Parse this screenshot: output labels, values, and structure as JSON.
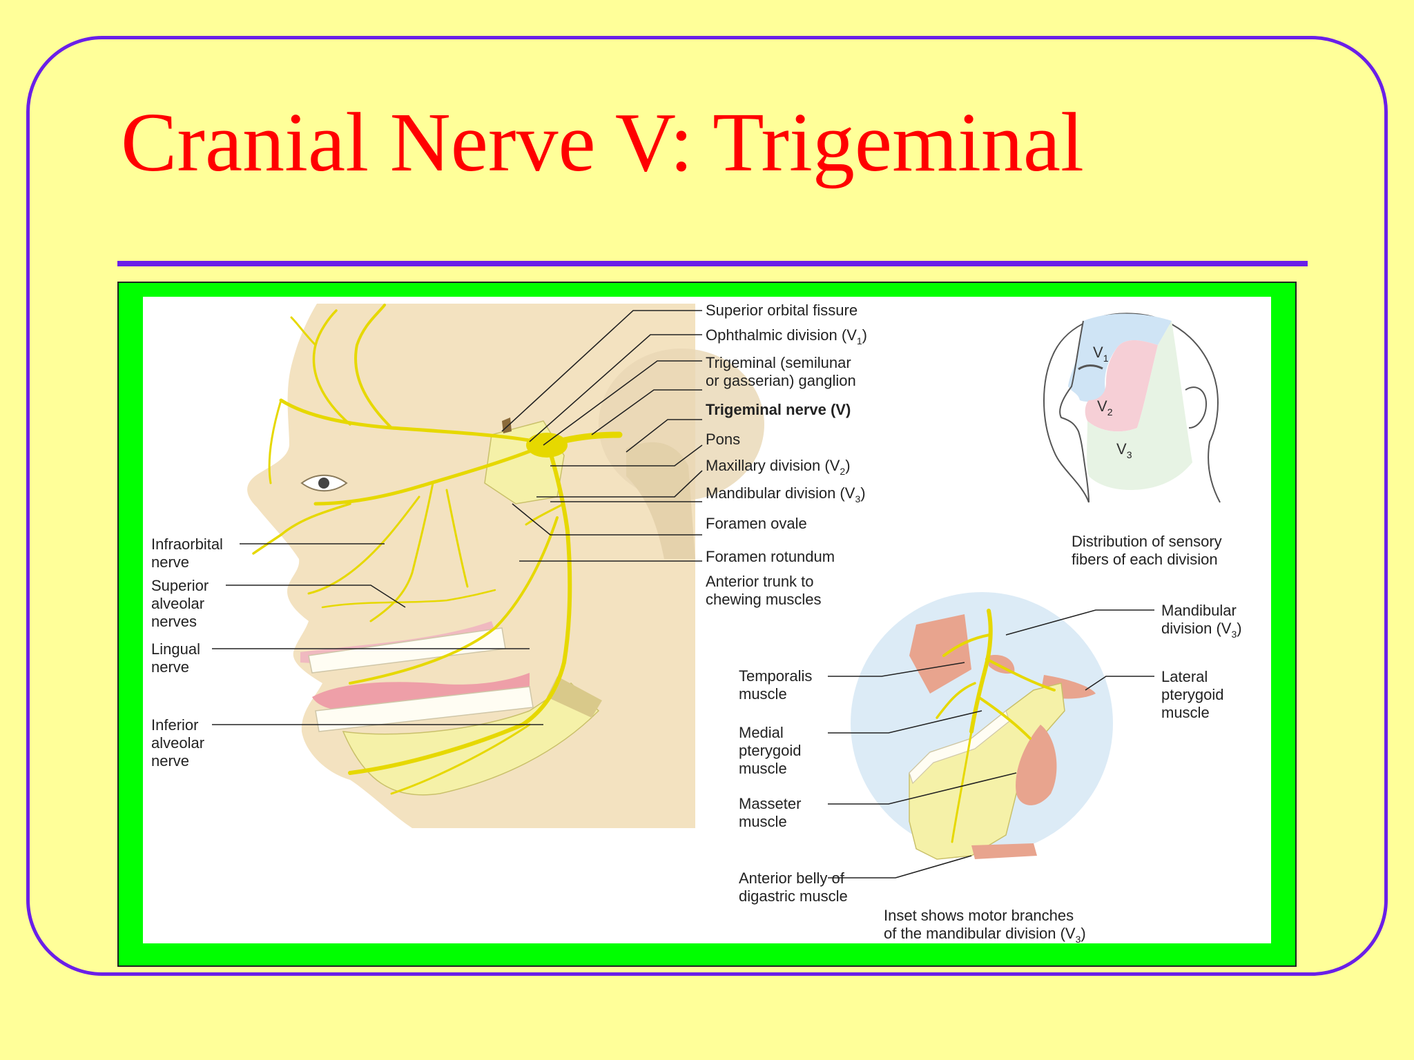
{
  "slide": {
    "title": "Cranial Nerve V: Trigeminal"
  },
  "diagram": {
    "labels_right": [
      {
        "text": "Superior orbital fissure"
      },
      {
        "text": "Ophthalmic division (V",
        "sub": "1",
        "tail": ")"
      },
      {
        "text": "Trigeminal (semilunar"
      },
      {
        "text": "or gasserian) ganglion"
      },
      {
        "text": "Trigeminal nerve (V)"
      },
      {
        "text": "Pons"
      },
      {
        "text": "Maxillary division (V",
        "sub": "2",
        "tail": ")"
      },
      {
        "text": "Mandibular division (V",
        "sub": "3",
        "tail": ")"
      },
      {
        "text": "Foramen ovale"
      },
      {
        "text": "Foramen rotundum"
      },
      {
        "text": "Anterior trunk to"
      },
      {
        "text": "chewing muscles"
      }
    ],
    "labels_left": [
      {
        "text": "Infraorbital"
      },
      {
        "text": "nerve"
      },
      {
        "text": "Superior"
      },
      {
        "text": "alveolar"
      },
      {
        "text": "nerves"
      },
      {
        "text": "Lingual"
      },
      {
        "text": "nerve"
      },
      {
        "text": "Inferior"
      },
      {
        "text": "alveolar"
      },
      {
        "text": "nerve"
      }
    ],
    "head_inset": {
      "zones": [
        {
          "text": "V",
          "sub": "1"
        },
        {
          "text": "V",
          "sub": "2"
        },
        {
          "text": "V",
          "sub": "3"
        }
      ],
      "caption": [
        "Distribution of sensory",
        "fibers of each division"
      ]
    },
    "muscle_inset": {
      "labels_left": [
        {
          "text": "Temporalis"
        },
        {
          "text": "muscle"
        },
        {
          "text": "Medial"
        },
        {
          "text": "pterygoid"
        },
        {
          "text": "muscle"
        },
        {
          "text": "Masseter"
        },
        {
          "text": "muscle"
        },
        {
          "text": "Anterior belly of"
        },
        {
          "text": "digastric muscle"
        }
      ],
      "labels_right": [
        {
          "text": "Mandibular"
        },
        {
          "text": "division (V",
          "sub": "3",
          "tail": ")"
        },
        {
          "text": "Lateral"
        },
        {
          "text": "pterygoid"
        },
        {
          "text": "muscle"
        }
      ],
      "caption": [
        {
          "text": "Inset shows motor branches"
        },
        {
          "text": "of the mandibular division (V",
          "sub": "3",
          "tail": ")"
        }
      ]
    }
  },
  "colors": {
    "background": "#ffff99",
    "frame": "#6a1fe8",
    "title": "#ff0000",
    "panel_border": "#00ff00",
    "nerve": "#e6d800",
    "skin": "#f3e2c0",
    "v1_zone": "#cfe4f5",
    "v2_zone": "#f6cfd6",
    "v3_zone": "#e7f3e4",
    "muscle": "#e8a48e",
    "inset_circle": "#dcebf6"
  }
}
